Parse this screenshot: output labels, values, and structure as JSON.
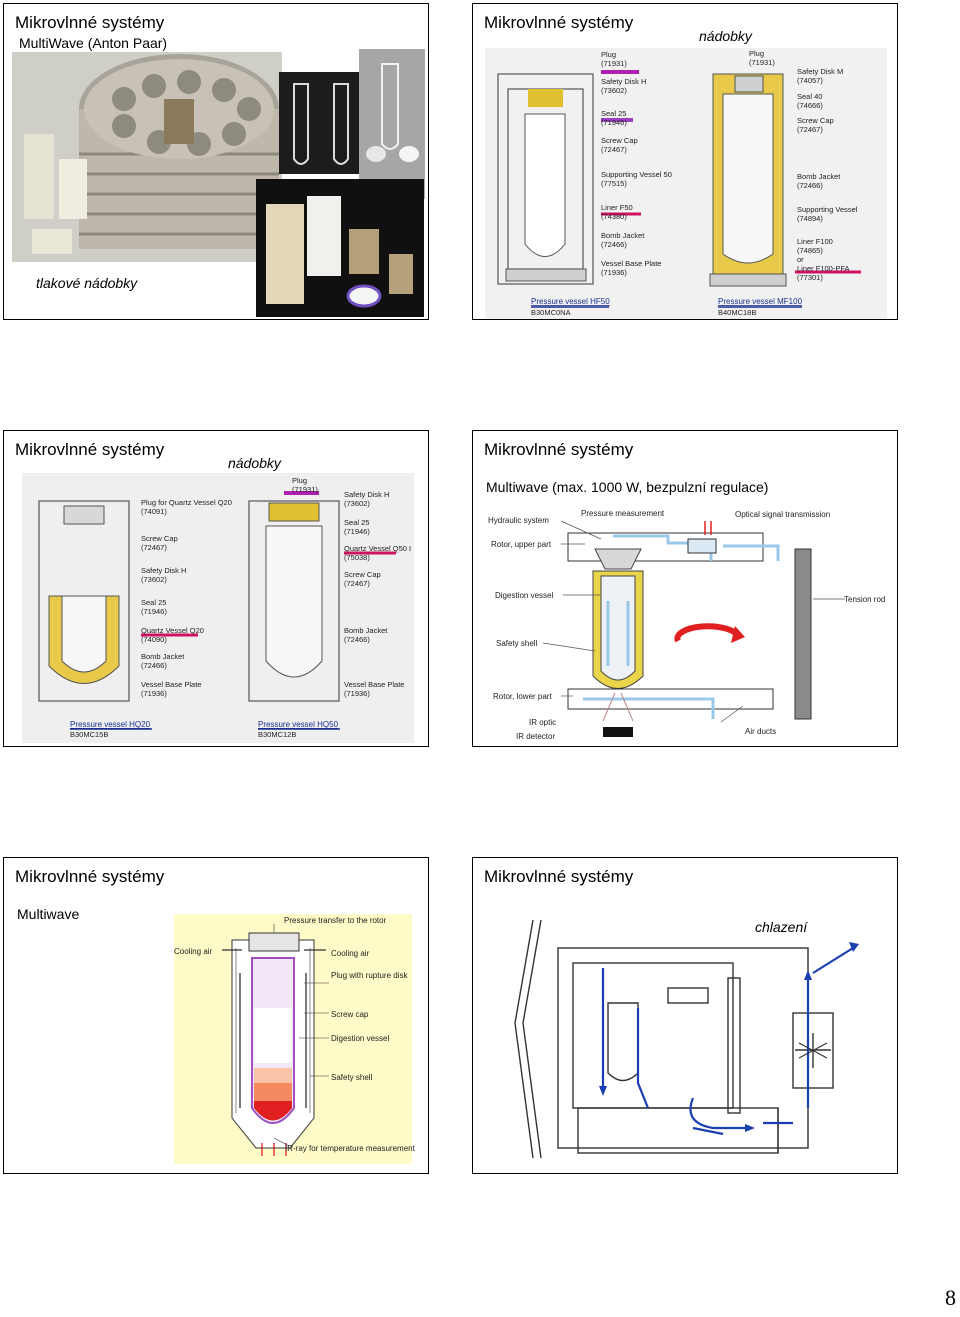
{
  "page_number": "8",
  "slides": {
    "s1": {
      "title": "Mikrovlnné systémy",
      "subtitle": "MultiWave (Anton Paar)",
      "caption": "tlakové nádobky"
    },
    "s2": {
      "title": "Mikrovlnné systémy",
      "subtitle": "nádobky",
      "left_labels": [
        "Plug",
        "(71931)",
        "Safety Disk H",
        "(73602)",
        "Seal 25",
        "(71946)",
        "Screw Cap",
        "(72467)",
        "Supporting Vessel 50",
        "(77515)",
        "Liner F50",
        "(74380)",
        "Bomb Jacket",
        "(72466)",
        "Vessel Base Plate",
        "(71936)"
      ],
      "right_labels": [
        "Plug",
        "(71931)",
        "Safety Disk M",
        "(74057)",
        "Seal 40",
        "(74666)",
        "Screw Cap",
        "(72467)",
        "Bomb Jacket",
        "(72466)",
        "Supporting Vessel",
        "(74894)",
        "Liner F100",
        "(74865)",
        "or",
        "Liner F100-PFA",
        "(77301)"
      ],
      "left_caption": "Pressure vessel HF50",
      "left_code": "B30MC0NA",
      "right_caption": "Pressure vessel MF100",
      "right_code": "B40MC18B"
    },
    "s3": {
      "title": "Mikrovlnné systémy",
      "subtitle": "nádobky",
      "left_labels": [
        "Plug for Quartz Vessel Q20",
        "(74091)",
        "Screw Cap",
        "(72467)",
        "Safety Disk H",
        "(73602)",
        "Seal 25",
        "(71946)",
        "Quartz Vessel Q20",
        "(74090)",
        "Bomb Jacket",
        "(72466)",
        "Vessel Base Plate",
        "(71936)"
      ],
      "right_labels": [
        "Plug",
        "(71931)",
        "Safety Disk H",
        "(73602)",
        "Seal 25",
        "(71946)",
        "Quartz Vessel Q50 I",
        "(75038)",
        "Screw Cap",
        "(72467)",
        "Bomb Jacket",
        "(72466)",
        "Vessel Base Plate",
        "(71936)"
      ],
      "left_caption": "Pressure vessel HQ20",
      "left_code": "B30MC15B",
      "right_caption": "Pressure vessel HQ50",
      "right_code": "B30MC12B"
    },
    "s4": {
      "title": "Mikrovlnné systémy",
      "subtitle": "Multiwave (max. 1000 W, bezpulzní regulace)",
      "labels": {
        "hydraulic": "Hydraulic system",
        "pressure": "Pressure measurement",
        "optical": "Optical signal transmission",
        "rotor_upper": "Rotor, upper part",
        "digestion": "Digestion vessel",
        "tension": "Tension rod",
        "safety": "Safety shell",
        "rotor_lower": "Rotor, lower part",
        "ir_optic": "IR optic",
        "ir_detector": "IR detector",
        "air_ducts": "Air ducts"
      },
      "colors": {
        "rotation_arrow": "#e02020",
        "air_flow": "#9ac8e8",
        "vessel_shell": "#d4b800"
      }
    },
    "s5": {
      "title": "Mikrovlnné systémy",
      "subtitle": "Multiwave",
      "labels": {
        "pressure_transfer": "Pressure transfer to the rotor",
        "cooling_left": "Cooling air",
        "cooling_right": "Cooling air",
        "plug": "Plug with rupture disk",
        "screw": "Screw cap",
        "digestion": "Digestion vessel",
        "safety": "Safety shell",
        "ir": "IR-ray for temperature measurement"
      },
      "colors": {
        "panel_bg": "#fffbc8"
      }
    },
    "s6": {
      "title": "Mikrovlnné systémy",
      "subtitle": "chlazení",
      "colors": {
        "flow_arrow": "#1a3fb0"
      }
    }
  }
}
